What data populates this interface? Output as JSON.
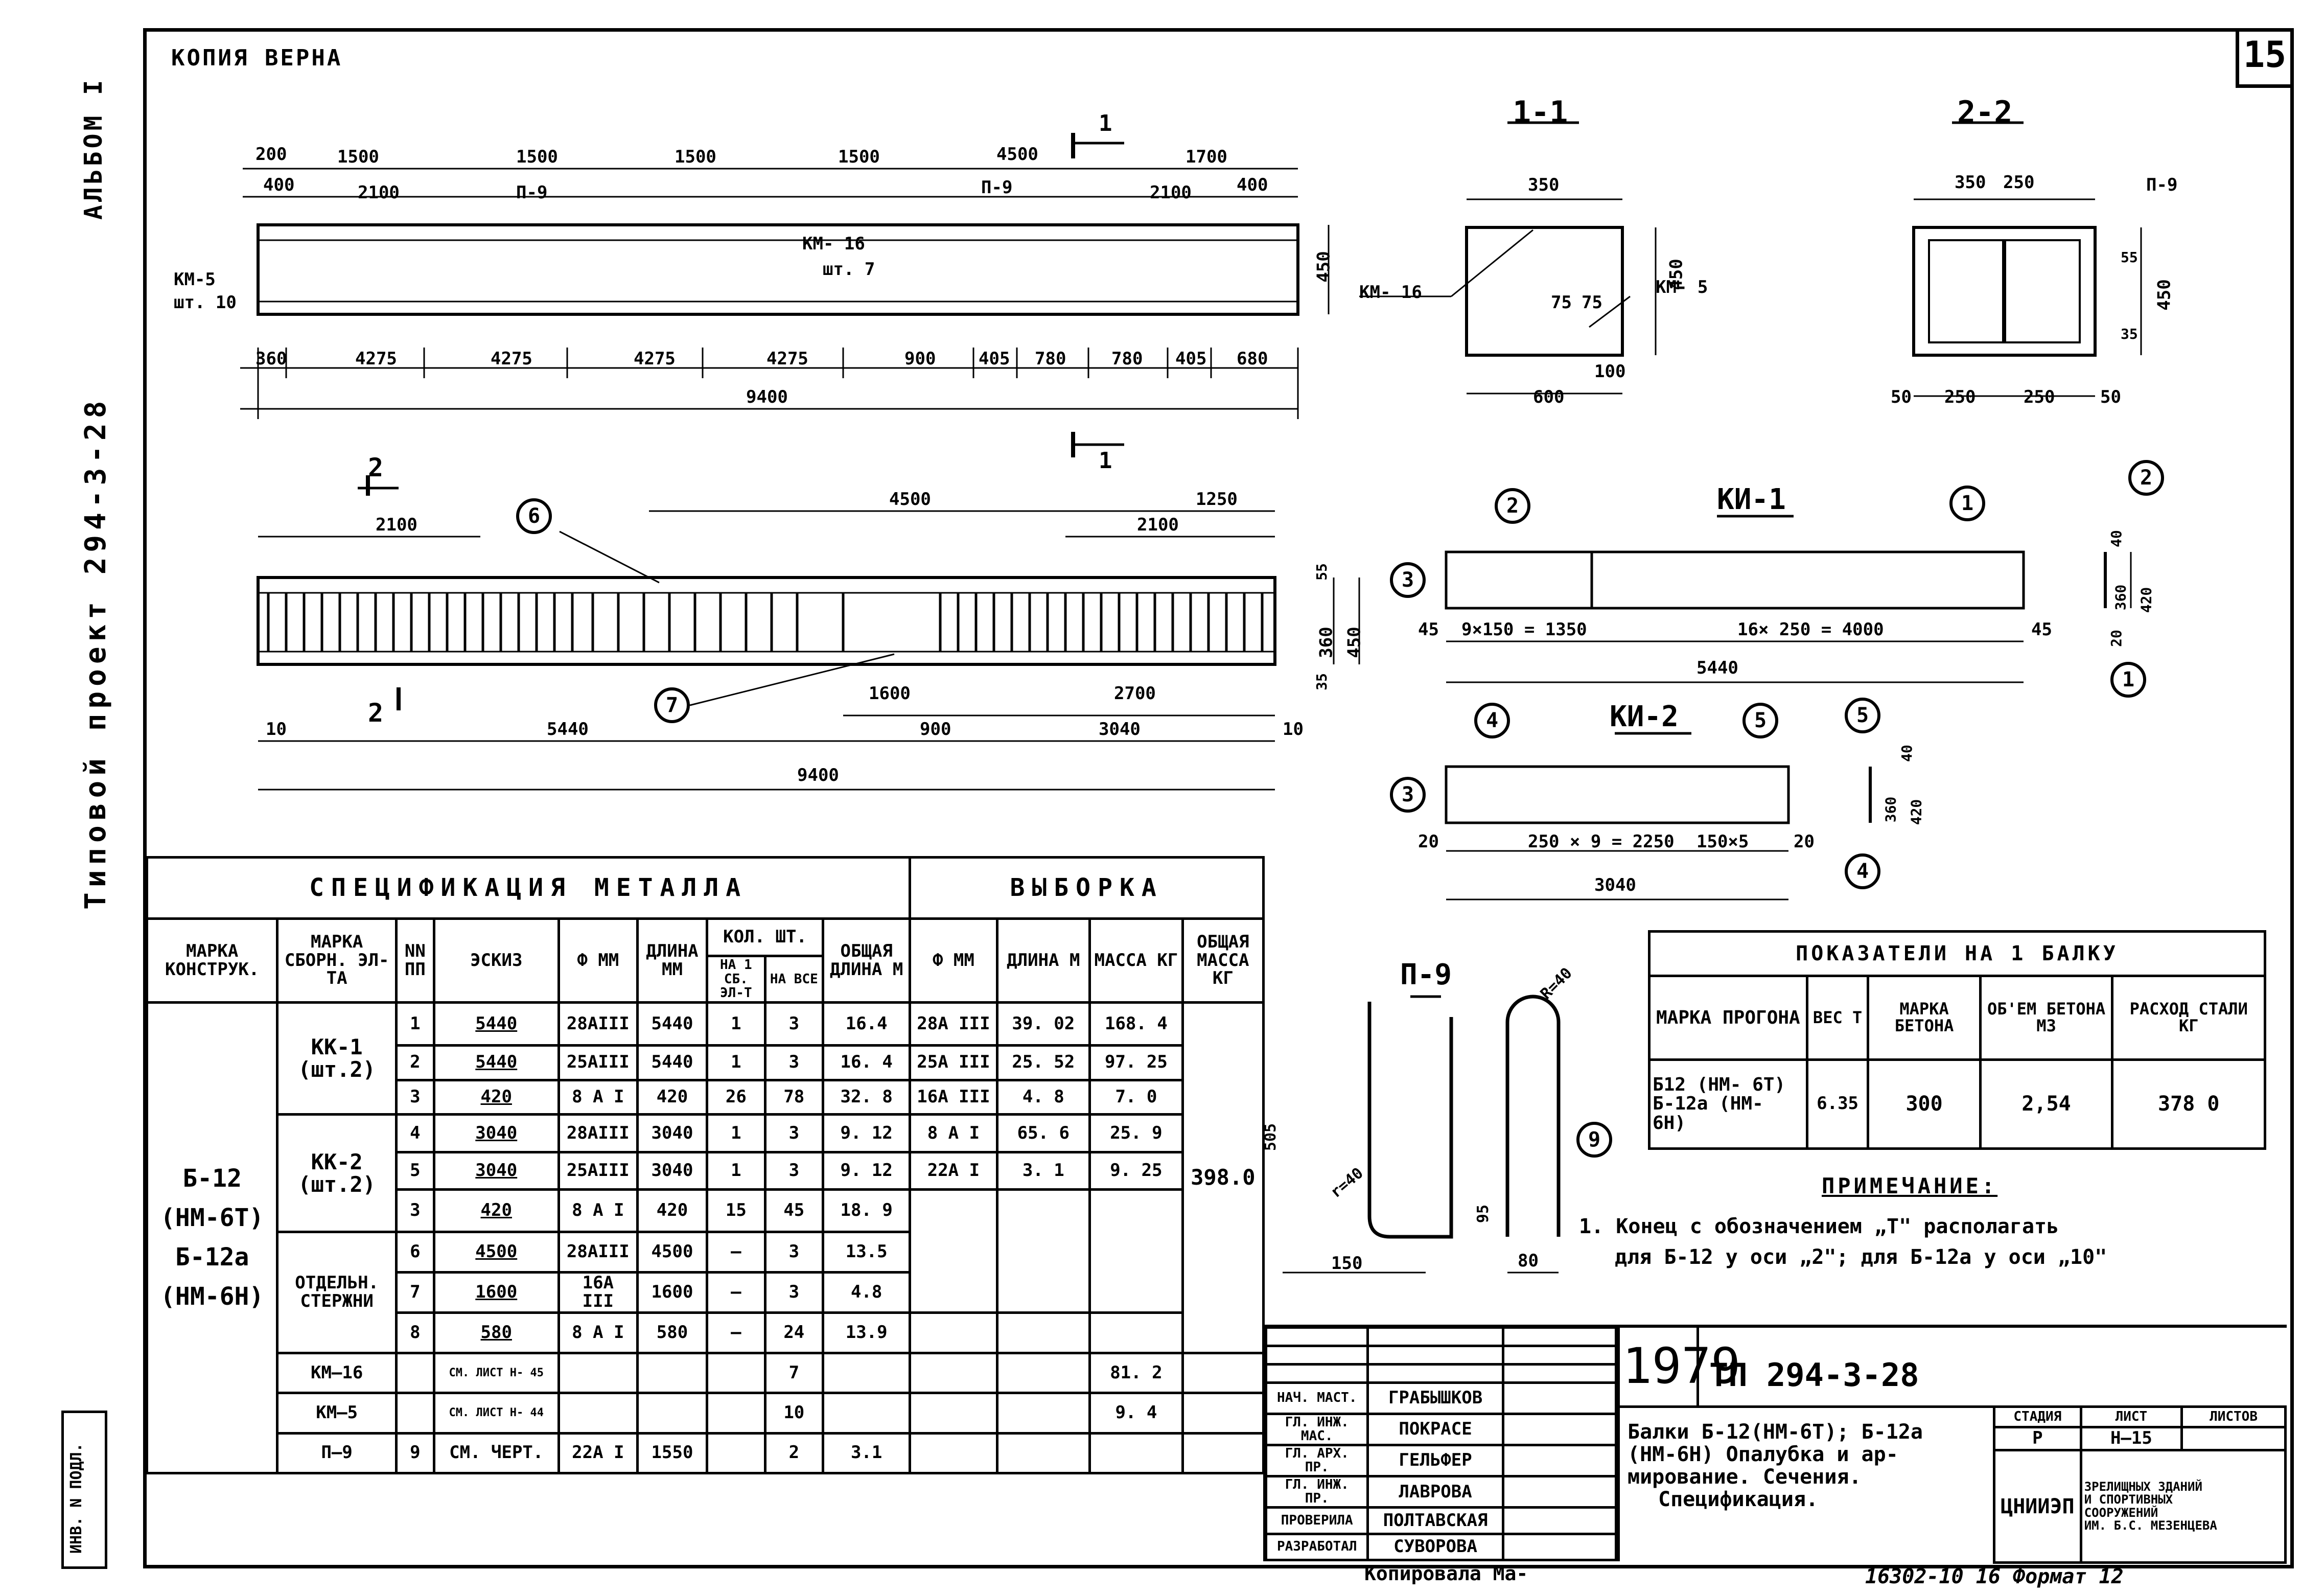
{
  "header": {
    "stamp": "КОПИЯ ВЕРНА",
    "sheet_number": "15",
    "album": "АЛЬБОМ I",
    "project": "Типовой проект 294-3-28",
    "inv": "ИНВ. N ПОДЛ."
  },
  "beam_elevation": {
    "top_dims": [
      "200",
      "1500",
      "1500",
      "1500",
      "1500",
      "4500",
      "1700"
    ],
    "second_dims": [
      "400",
      "2100",
      "2100",
      "400"
    ],
    "labels": {
      "p9_left": "П-9",
      "p9_right": "П-9",
      "km16": "КМ- 16",
      "km16_qty": "шт. 7",
      "km5": "КМ-5",
      "km5_qty": "шт. 10",
      "height": "450"
    },
    "bottom_dims": [
      "360",
      "4275",
      "4275",
      "4275",
      "4275",
      "900",
      "405",
      "780",
      "780",
      "405",
      "680"
    ],
    "total": "9400",
    "section_mark": "1"
  },
  "section_1_1": {
    "title": "1-1",
    "dims": [
      "350",
      "450",
      "75",
      "75",
      "100",
      "600"
    ],
    "labels": [
      "КМ- 16",
      "КМ- 5"
    ]
  },
  "section_2_2": {
    "title": "2-2",
    "dims": [
      "350",
      "250",
      "55",
      "450",
      "35",
      "50",
      "250",
      "250",
      "50"
    ],
    "label": "П-9"
  },
  "beam_rebar": {
    "section_mark": "2",
    "dims_top": [
      "4500",
      "1250",
      "2100",
      "2100"
    ],
    "heights": [
      "55",
      "360",
      "450",
      "35"
    ],
    "dims_bottom": [
      "1600",
      "2700",
      "10",
      "5440",
      "900",
      "3040",
      "10",
      "9400"
    ],
    "callouts": [
      "6",
      "7"
    ]
  },
  "ki1": {
    "title": "КИ-1",
    "callouts": [
      "2",
      "1",
      "3",
      "2",
      "1"
    ],
    "dims": [
      "45",
      "9×150 = 1350",
      "16× 250 = 4000",
      "45",
      "5440",
      "40",
      "360",
      "420",
      "20"
    ]
  },
  "ki2": {
    "title": "КИ-2",
    "callouts": [
      "4",
      "5",
      "3",
      "5",
      "4"
    ],
    "dims": [
      "20",
      "250 × 9 = 2250",
      "150×5",
      "20",
      "3040",
      "40",
      "360",
      "420"
    ]
  },
  "p9": {
    "title": "П-9",
    "dims": [
      "505",
      "r=40",
      "95",
      "150",
      "R=40",
      "80"
    ],
    "callout": "9"
  },
  "spec_table": {
    "title": "СПЕЦИФИКАЦИЯ   МЕТАЛЛА",
    "selection_title": "ВЫБОРКА",
    "headers": {
      "c1": "МАРКА КОНСТРУК.",
      "c2": "МАРКА СБОРН. ЭЛ-ТА",
      "c3": "NN ПП",
      "c4": "ЭСКИЗ",
      "c5": "Ф ММ",
      "c6": "ДЛИНА ММ",
      "c7": "КОЛ. ШТ.",
      "c7a": "НА 1 СБ. ЭЛ-Т",
      "c7b": "НА ВСЕ",
      "c8": "ОБЩАЯ ДЛИНА М",
      "s1": "Ф ММ",
      "s2": "ДЛИНА М",
      "s3": "МАССА КГ",
      "s4": "ОБЩАЯ МАССА КГ"
    },
    "construct_mark": [
      "Б-12",
      "(НМ-6Т)",
      "Б-12а",
      "(НМ-6Н)"
    ],
    "groups": [
      {
        "mark": "КК-1 (шт.2)"
      },
      {
        "mark": "КК-2 (шт.2)"
      },
      {
        "mark": "ОТДЕЛЬН. СТЕРЖНИ"
      }
    ],
    "rows": [
      {
        "n": "1",
        "sk": "5440",
        "d": "28АIII",
        "len": "5440",
        "q1": "1",
        "q2": "3",
        "tot": "16.4"
      },
      {
        "n": "2",
        "sk": "5440",
        "d": "25АIII",
        "len": "5440",
        "q1": "1",
        "q2": "3",
        "tot": "16. 4"
      },
      {
        "n": "3",
        "sk": "420",
        "d": "8 А I",
        "len": "420",
        "q1": "26",
        "q2": "78",
        "tot": "32. 8"
      },
      {
        "n": "4",
        "sk": "3040",
        "d": "28АIII",
        "len": "3040",
        "q1": "1",
        "q2": "3",
        "tot": "9. 12"
      },
      {
        "n": "5",
        "sk": "3040",
        "d": "25АIII",
        "len": "3040",
        "q1": "1",
        "q2": "3",
        "tot": "9. 12"
      },
      {
        "n": "3",
        "sk": "420",
        "d": "8 А I",
        "len": "420",
        "q1": "15",
        "q2": "45",
        "tot": "18. 9"
      },
      {
        "n": "6",
        "sk": "4500",
        "d": "28АIII",
        "len": "4500",
        "q1": "—",
        "q2": "3",
        "tot": "13.5"
      },
      {
        "n": "7",
        "sk": "1600",
        "d": "16А III",
        "len": "1600",
        "q1": "—",
        "q2": "3",
        "tot": "4.8"
      },
      {
        "n": "8",
        "sk": "580",
        "d": "8 А I",
        "len": "580",
        "q1": "—",
        "q2": "24",
        "tot": "13.9"
      }
    ],
    "km16": {
      "mark": "КМ—16",
      "ref": "СМ. ЛИСТ Н- 45",
      "q2": "7",
      "mass": "81. 2"
    },
    "km5": {
      "mark": "КМ—5",
      "ref": "СМ. ЛИСТ Н- 44",
      "q2": "10",
      "mass": "9. 4"
    },
    "p9": {
      "mark": "П—9",
      "n": "9",
      "ref": "СМ. ЧЕРТ.",
      "d": "22А I",
      "len": "1550",
      "q2": "2",
      "tot": "3.1"
    },
    "selection": [
      {
        "d": "28А III",
        "len": "39. 02",
        "mass": "168. 4"
      },
      {
        "d": "25А III",
        "len": "25. 52",
        "mass": "97. 25"
      },
      {
        "d": "16А III",
        "len": "4. 8",
        "mass": "7. 0"
      },
      {
        "d": "8 А I",
        "len": "65. 6",
        "mass": "25. 9"
      },
      {
        "d": "22А I",
        "len": "3. 1",
        "mass": "9. 25"
      }
    ],
    "total_mass": "398.0"
  },
  "indicators": {
    "title": "ПОКАЗАТЕЛИ НА 1 БАЛКУ",
    "headers": [
      "МАРКА ПРОГОНА",
      "ВЕС Т",
      "МАРКА БЕТОНА",
      "ОБ'ЕМ БЕТОНА М3",
      "РАСХОД СТАЛИ КГ"
    ],
    "row": {
      "mark1": "Б12 (НМ- 6Т)",
      "mark2": "Б-12а (НМ- 6Н)",
      "weight": "6.35",
      "concrete": "300",
      "volume": "2,54",
      "steel": "378 0"
    }
  },
  "note": {
    "title": "ПРИМЕЧАНИЕ:",
    "line1": "1. Конец с обозначением „Т\" располагать",
    "line2": "для Б-12 у оси „2\"; для Б-12а у оси „10\""
  },
  "title_block": {
    "year": "1979",
    "code": "ТП   294-3-28",
    "staff": [
      {
        "role": "НАЧ. МАСТ.",
        "name": "ГРАБЫШКОВ"
      },
      {
        "role": "ГЛ. ИНЖ. МАС.",
        "name": "ПОКРАСЕ"
      },
      {
        "role": "ГЛ. АРХ. ПР.",
        "name": "ГЕЛЬФЕР"
      },
      {
        "role": "ГЛ. ИНЖ. ПР.",
        "name": "ЛАВРОВА"
      },
      {
        "role": "ПРОВЕРИЛА",
        "name": "ПОЛТАВСКАЯ"
      },
      {
        "role": "РАЗРАБОТАЛ",
        "name": "СУВОРОВА"
      }
    ],
    "desc": [
      "Балки Б-12(НМ-6Т); Б-12а",
      "(НМ-6Н) Опалубка и ар-",
      "мирование. Сечения.",
      "Спецификация."
    ],
    "stage_h": "СТАДИЯ",
    "sheet_h": "ЛИСТ",
    "sheets_h": "ЛИСТОВ",
    "stage": "Р",
    "sheet": "Н—15",
    "org_logo": "ЦНИИЭП",
    "org": [
      "ЗРЕЛИЩНЫХ ЗДАНИЙ",
      "И СПОРТИВНЫХ",
      "СООРУЖЕНИЙ",
      "ИМ. Б.С. МЕЗЕНЦЕВА"
    ],
    "copied": "Копировала  Ма-",
    "format": "16302-10   16 Формат 12"
  }
}
